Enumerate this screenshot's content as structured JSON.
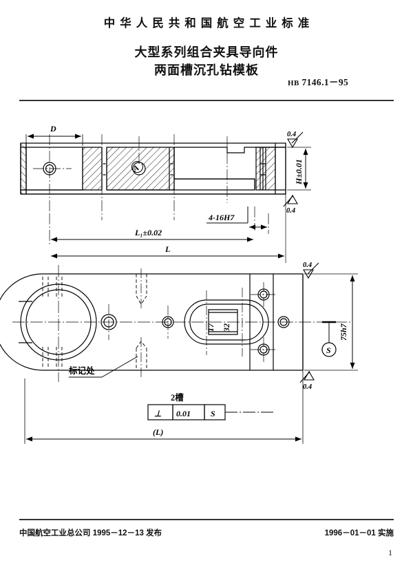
{
  "header": {
    "standard_org_line": "中华人民共和国航空工业标准",
    "title_line1": "大型系列组合夹具导向件",
    "title_line2": "两面槽沉孔钻模板",
    "standard_code_prefix": "HB",
    "standard_code": "7146.1－95"
  },
  "footer": {
    "publisher_line": "中国航空工业总公司 1995－12－13 发布",
    "effective_line": "1996－01－01 实施",
    "page_number": "1"
  },
  "drawing": {
    "section_view": {
      "dim_D": "D",
      "dim_H": "H±0.01",
      "dim_L1": "L₁±0.02",
      "dim_L": "L",
      "note_holes": "4-16H7",
      "surface_finish_top": "0.4",
      "surface_finish_bottom": "0.4"
    },
    "plan_view": {
      "dim_width": "75h7",
      "dim_L_ref": "(L)",
      "slot_dim_a": "17",
      "slot_dim_b": "32",
      "marking_note": "标记处",
      "datum_symbol": "S",
      "surface_finish_top": "0.4",
      "surface_finish_bottom": "0.4",
      "gdt_title": "2槽",
      "gdt_symbol": "⊥",
      "gdt_tolerance": "0.01",
      "gdt_datum": "S"
    }
  },
  "colors": {
    "ink": "#111111",
    "rule": "#333333"
  }
}
